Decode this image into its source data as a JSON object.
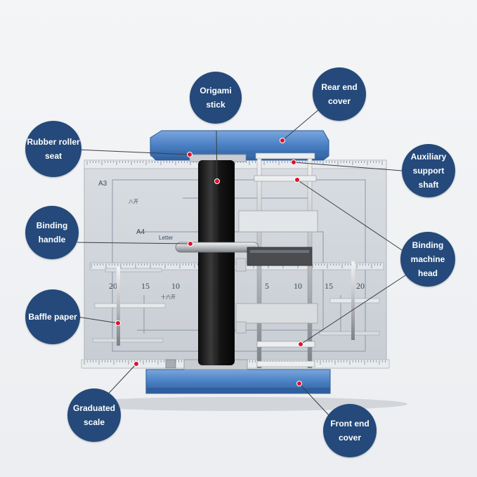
{
  "labels": {
    "origami_stick": "Origami\nstick",
    "rear_end_cover": "Rear end\ncover",
    "rubber_roller_seat": "Rubber roller\nseat",
    "auxiliary_support_shaft": "Auxiliary\nsupport\nshaft",
    "binding_handle": "Binding\nhandle",
    "binding_machine_head": "Binding\nmachine\nhead",
    "baffle_paper": "Baffle paper",
    "graduated_scale": "Graduated\nscale",
    "front_end_cover": "Front end\ncover"
  },
  "plate": {
    "a3": "A3",
    "a4": "A4",
    "letter": "Letter",
    "eight_k": "八开",
    "sixteen_k": "十六开",
    "scale_left": [
      "20",
      "15",
      "10"
    ],
    "scale_right": [
      "5",
      "10",
      "15",
      "20"
    ]
  },
  "colors": {
    "bubble": "#24497a",
    "marker": "#e0102a",
    "cover": "#4a80c4"
  }
}
